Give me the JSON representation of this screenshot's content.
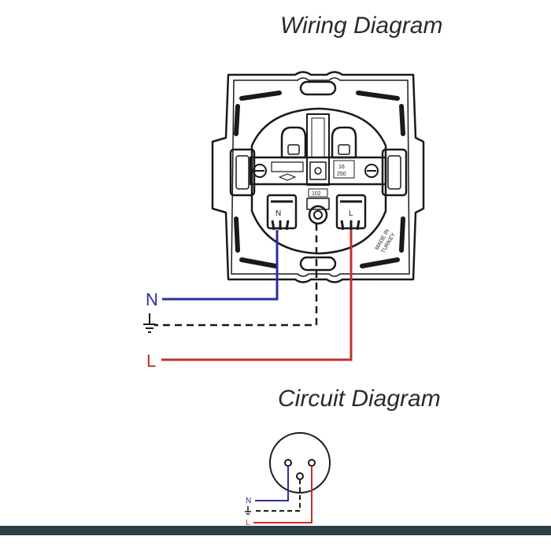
{
  "titles": {
    "wiring": "Wiring Diagram",
    "circuit": "Circuit Diagram"
  },
  "socket": {
    "terminal_left": "N",
    "terminal_right": "L",
    "rating_top": "16",
    "rating_bottom": "250",
    "code_small": "102",
    "made_in_line1": "MADE IN",
    "made_in_line2": "TURKEY"
  },
  "wires": {
    "neutral": {
      "label": "N",
      "color": "#2b2f9e"
    },
    "earth": {
      "label": "",
      "color": "#1a1a1a"
    },
    "live": {
      "label": "L",
      "color": "#c0312b"
    }
  },
  "circuit_wires": {
    "neutral": "N",
    "live": "L"
  },
  "colors": {
    "outline": "#1a1a1a",
    "footer": "#2e3e46"
  }
}
